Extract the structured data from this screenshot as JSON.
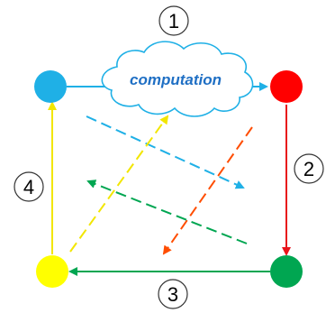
{
  "cloud": {
    "label": "computation"
  },
  "steps": [
    {
      "number": "1"
    },
    {
      "number": "2"
    },
    {
      "number": "3"
    },
    {
      "number": "4"
    }
  ],
  "colors": {
    "blue": "#1fb0e6",
    "red": "#ff0000",
    "green": "#00a651",
    "yellow": "#ffff00",
    "orange": "#ff4d00",
    "cloud_outline": "#1fb0e6",
    "cloud_text": "#1f6fc4"
  }
}
